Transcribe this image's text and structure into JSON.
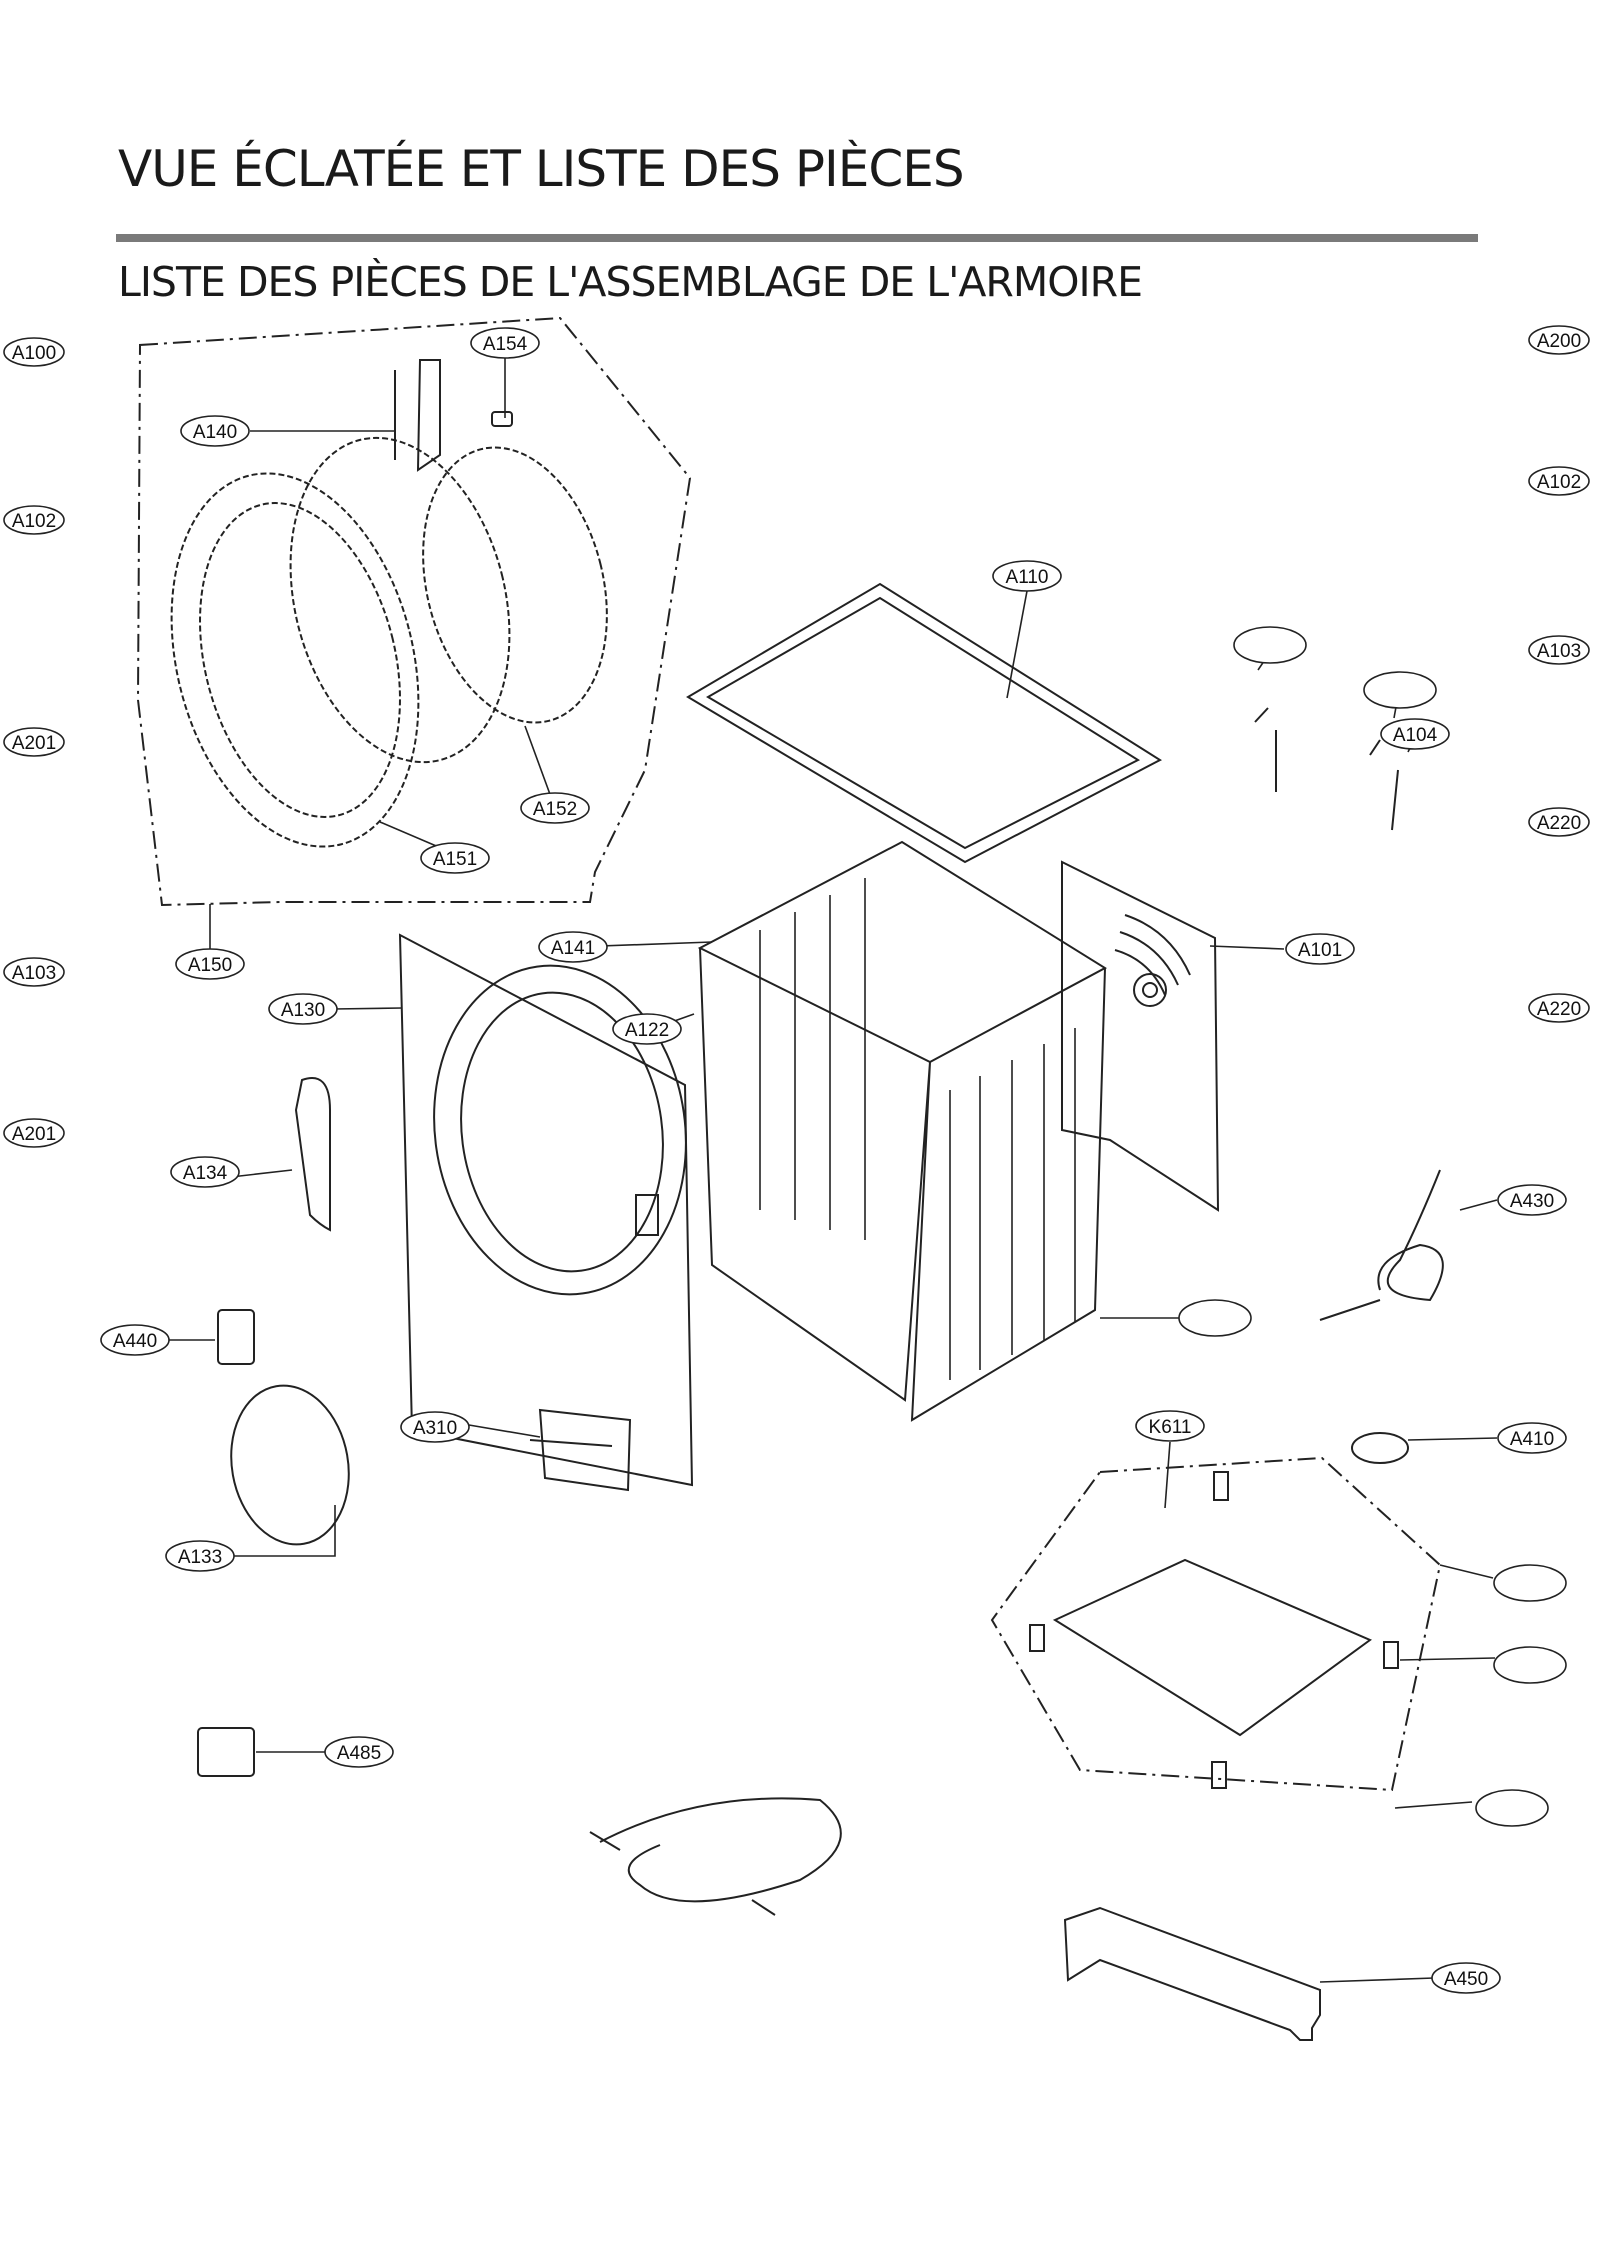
{
  "page": {
    "title": "VUE ÉCLATÉE ET LISTE DES PIÈCES",
    "subtitle": "LISTE DES PIÈCES DE L'ASSEMBLAGE DE L'ARMOIRE"
  },
  "side_labels": {
    "left": [
      "A100",
      "A102",
      "A201",
      "A103",
      "A201"
    ],
    "right": [
      "A200",
      "A102",
      "A103",
      "A220",
      "A220"
    ]
  },
  "callouts": [
    {
      "id": "a154",
      "label": "A154"
    },
    {
      "id": "a140",
      "label": "A140"
    },
    {
      "id": "a110",
      "label": "A110"
    },
    {
      "id": "a104",
      "label": "A104"
    },
    {
      "id": "a152",
      "label": "A152"
    },
    {
      "id": "a151",
      "label": "A151"
    },
    {
      "id": "a150",
      "label": "A150"
    },
    {
      "id": "a141",
      "label": "A141"
    },
    {
      "id": "a101",
      "label": "A101"
    },
    {
      "id": "a130",
      "label": "A130"
    },
    {
      "id": "a122",
      "label": "A122"
    },
    {
      "id": "a134",
      "label": "A134"
    },
    {
      "id": "a430",
      "label": "A430"
    },
    {
      "id": "a440",
      "label": "A440"
    },
    {
      "id": "a310",
      "label": "A310"
    },
    {
      "id": "k611",
      "label": "K611"
    },
    {
      "id": "a410",
      "label": "A410"
    },
    {
      "id": "a133",
      "label": "A133"
    },
    {
      "id": "a485",
      "label": "A485"
    },
    {
      "id": "a450",
      "label": "A450"
    },
    {
      "id": "blank1",
      "label": ""
    },
    {
      "id": "blank2",
      "label": ""
    },
    {
      "id": "blank3",
      "label": ""
    },
    {
      "id": "blank4",
      "label": ""
    },
    {
      "id": "blank5",
      "label": ""
    },
    {
      "id": "blank6",
      "label": ""
    }
  ],
  "colors": {
    "line": "#222222",
    "rule": "#7a7a7a"
  }
}
